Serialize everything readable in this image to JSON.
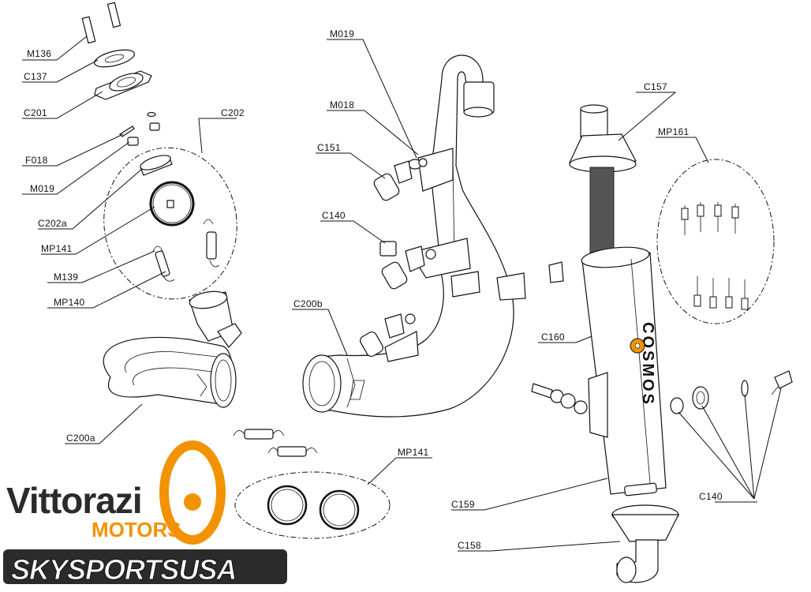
{
  "labels": {
    "m136": "M136",
    "c137": "C137",
    "c201": "C201",
    "c202": "C202",
    "f018": "F018",
    "m019_left": "M019",
    "c202a": "C202a",
    "mp141_left": "MP141",
    "m139": "M139",
    "mp140": "MP140",
    "c200a": "C200a",
    "m019_mid": "M019",
    "m018": "M018",
    "c151": "C151",
    "c140_mid": "C140",
    "c200b": "C200b",
    "mp141_bottom": "MP141",
    "c157": "C157",
    "mp161": "MP161",
    "c160": "C160",
    "c159": "C159",
    "c158": "C158",
    "c140_right": "C140"
  },
  "muffler_text": "COSMOS",
  "logos": {
    "vittorazi": "Vittorazi",
    "motors": "MOTORS",
    "skysports": "SKYSPORTSUSA"
  },
  "colors": {
    "brand_orange": "#F39200",
    "ink": "#111111",
    "logo_dark": "#2b2b2b"
  }
}
